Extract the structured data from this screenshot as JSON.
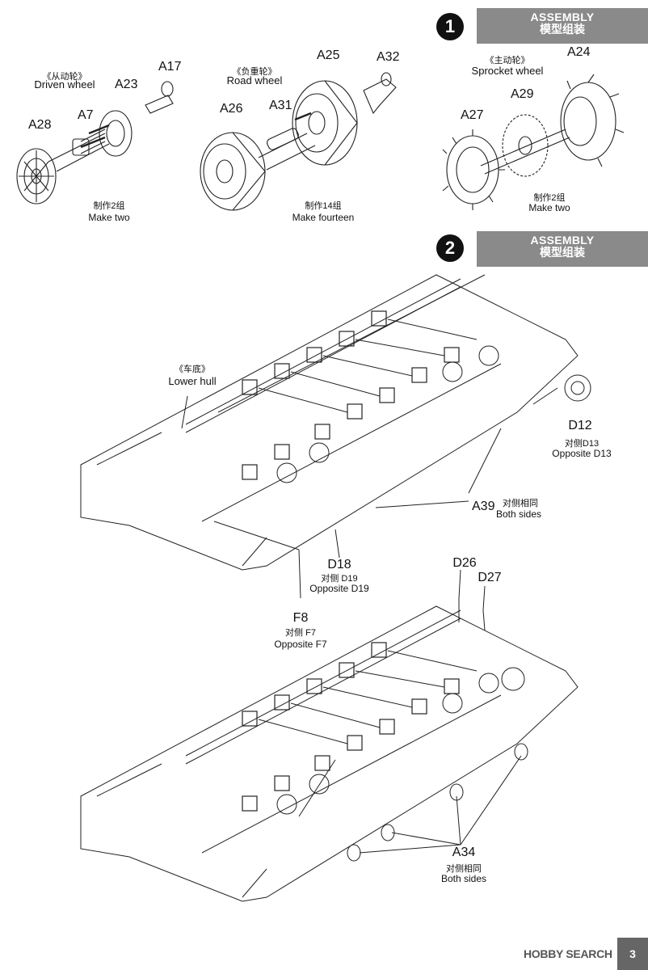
{
  "step1": {
    "number": "1",
    "banner_en": "ASSEMBLY",
    "banner_zh": "模型组装",
    "driven": {
      "label_cn": "《从动轮》",
      "label_en": "Driven wheel",
      "parts": [
        "A17",
        "A23",
        "A7",
        "A28"
      ],
      "make_cn": "制作2组",
      "make_en": "Make two"
    },
    "road": {
      "label_cn": "《负重轮》",
      "label_en": "Road wheel",
      "parts": [
        "A25",
        "A32",
        "A26",
        "A31"
      ],
      "make_cn": "制作14组",
      "make_en": "Make fourteen"
    },
    "sprocket": {
      "label_cn": "《主动轮》",
      "label_en": "Sprocket wheel",
      "parts": [
        "A24",
        "A29",
        "A27"
      ],
      "make_cn": "制作2组",
      "make_en": "Make two"
    }
  },
  "step2": {
    "number": "2",
    "banner_en": "ASSEMBLY",
    "banner_zh": "模型组装",
    "hull_cn": "《车底》",
    "hull_en": "Lower hull",
    "d12": {
      "part": "D12",
      "cn": "对侧D13",
      "en": "Opposite D13"
    },
    "a39": {
      "part": "A39",
      "cn": "对侧相同",
      "en": "Both sides"
    },
    "d18": {
      "part": "D18",
      "cn": "对侧 D19",
      "en": "Opposite D19"
    },
    "f8": {
      "part": "F8",
      "cn": "对侧 F7",
      "en": "Opposite F7"
    },
    "d26": "D26",
    "d27": "D27",
    "a34": {
      "part": "A34",
      "cn": "对侧相同",
      "en": "Both sides"
    }
  },
  "footer": {
    "logo": "HOBBY SEARCH",
    "page": "3"
  }
}
